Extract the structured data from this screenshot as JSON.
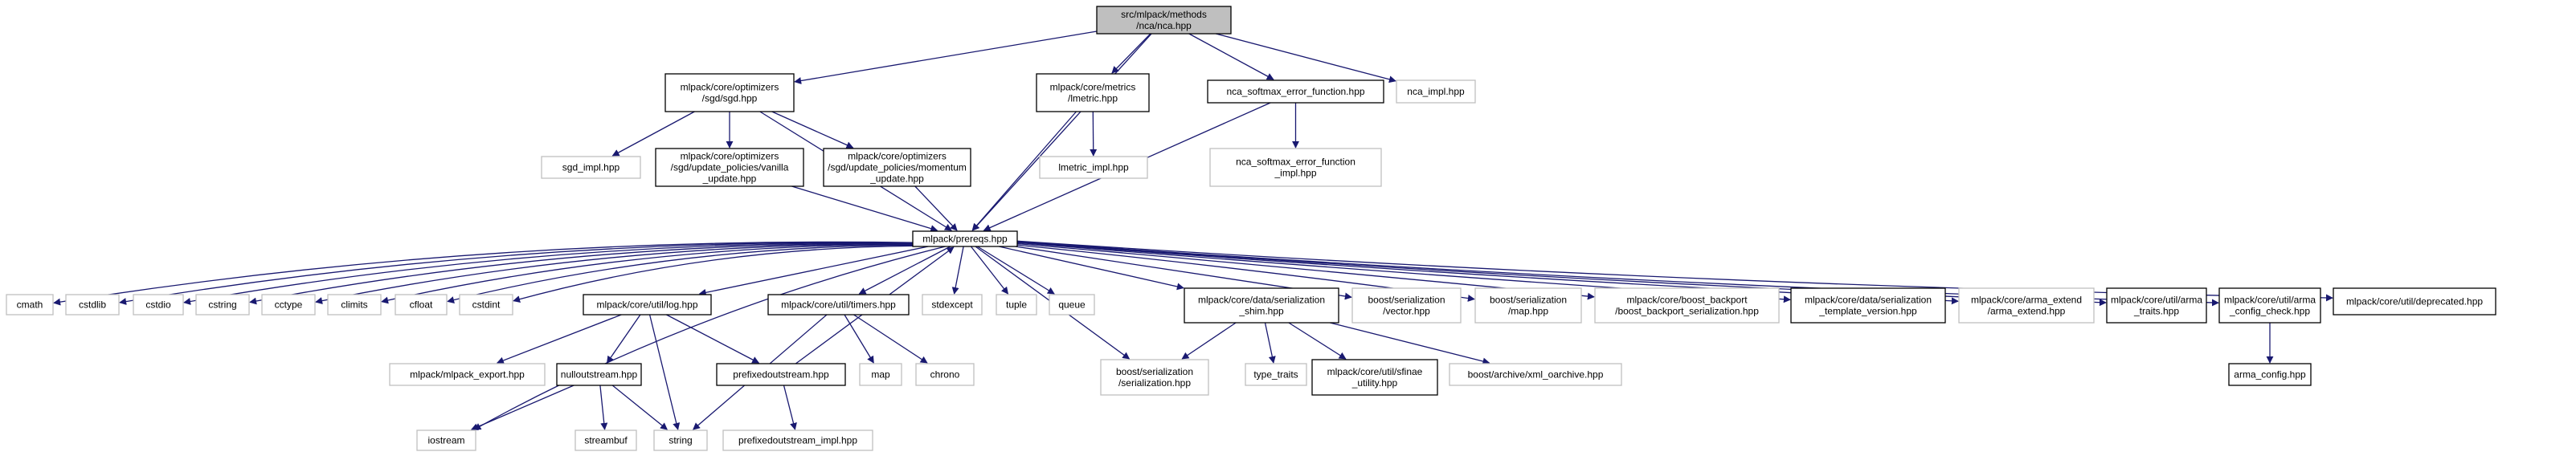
{
  "diagram": {
    "nodes": [
      {
        "id": "nca",
        "lines": [
          "src/mlpack/methods",
          "/nca/nca.hpp"
        ],
        "style": "root"
      },
      {
        "id": "sgd",
        "lines": [
          "mlpack/core/optimizers",
          "/sgd/sgd.hpp"
        ],
        "style": "doc"
      },
      {
        "id": "lmetric",
        "lines": [
          "mlpack/core/metrics",
          "/lmetric.hpp"
        ],
        "style": "doc"
      },
      {
        "id": "softmax",
        "lines": [
          "nca_softmax_error_function.hpp"
        ],
        "style": "doc"
      },
      {
        "id": "ncaimpl",
        "lines": [
          "nca_impl.hpp"
        ],
        "style": "ext"
      },
      {
        "id": "sgdimpl",
        "lines": [
          "sgd_impl.hpp"
        ],
        "style": "ext"
      },
      {
        "id": "vanilla",
        "lines": [
          "mlpack/core/optimizers",
          "/sgd/update_policies/vanilla",
          "_update.hpp"
        ],
        "style": "doc"
      },
      {
        "id": "momentum",
        "lines": [
          "mlpack/core/optimizers",
          "/sgd/update_policies/momentum",
          "_update.hpp"
        ],
        "style": "doc"
      },
      {
        "id": "lmetricimpl",
        "lines": [
          "lmetric_impl.hpp"
        ],
        "style": "ext"
      },
      {
        "id": "softmaximpl",
        "lines": [
          "nca_softmax_error_function",
          "_impl.hpp"
        ],
        "style": "ext"
      },
      {
        "id": "prereqs",
        "lines": [
          "mlpack/prereqs.hpp"
        ],
        "style": "doc"
      },
      {
        "id": "cmath",
        "lines": [
          "cmath"
        ],
        "style": "ext"
      },
      {
        "id": "cstdlib",
        "lines": [
          "cstdlib"
        ],
        "style": "ext"
      },
      {
        "id": "cstdio",
        "lines": [
          "cstdio"
        ],
        "style": "ext"
      },
      {
        "id": "cstring",
        "lines": [
          "cstring"
        ],
        "style": "ext"
      },
      {
        "id": "cctype",
        "lines": [
          "cctype"
        ],
        "style": "ext"
      },
      {
        "id": "climits",
        "lines": [
          "climits"
        ],
        "style": "ext"
      },
      {
        "id": "cfloat",
        "lines": [
          "cfloat"
        ],
        "style": "ext"
      },
      {
        "id": "cstdint",
        "lines": [
          "cstdint"
        ],
        "style": "ext"
      },
      {
        "id": "log",
        "lines": [
          "mlpack/core/util/log.hpp"
        ],
        "style": "doc"
      },
      {
        "id": "timers",
        "lines": [
          "mlpack/core/util/timers.hpp"
        ],
        "style": "doc"
      },
      {
        "id": "stdexcept",
        "lines": [
          "stdexcept"
        ],
        "style": "ext"
      },
      {
        "id": "tuple",
        "lines": [
          "tuple"
        ],
        "style": "ext"
      },
      {
        "id": "queue",
        "lines": [
          "queue"
        ],
        "style": "ext"
      },
      {
        "id": "shim",
        "lines": [
          "mlpack/core/data/serialization",
          "_shim.hpp"
        ],
        "style": "doc"
      },
      {
        "id": "bvector",
        "lines": [
          "boost/serialization",
          "/vector.hpp"
        ],
        "style": "ext"
      },
      {
        "id": "bmap",
        "lines": [
          "boost/serialization",
          "/map.hpp"
        ],
        "style": "ext"
      },
      {
        "id": "backport",
        "lines": [
          "mlpack/core/boost_backport",
          "/boost_backport_serialization.hpp"
        ],
        "style": "ext"
      },
      {
        "id": "templver",
        "lines": [
          "mlpack/core/data/serialization",
          "_template_version.hpp"
        ],
        "style": "doc"
      },
      {
        "id": "armaext",
        "lines": [
          "mlpack/core/arma_extend",
          "/arma_extend.hpp"
        ],
        "style": "ext"
      },
      {
        "id": "armatraits",
        "lines": [
          "mlpack/core/util/arma",
          "_traits.hpp"
        ],
        "style": "doc"
      },
      {
        "id": "armacfgchk",
        "lines": [
          "mlpack/core/util/arma",
          "_config_check.hpp"
        ],
        "style": "doc"
      },
      {
        "id": "deprecated",
        "lines": [
          "mlpack/core/util/deprecated.hpp"
        ],
        "style": "doc"
      },
      {
        "id": "export",
        "lines": [
          "mlpack/mlpack_export.hpp"
        ],
        "style": "ext"
      },
      {
        "id": "nullout",
        "lines": [
          "nulloutstream.hpp"
        ],
        "style": "doc"
      },
      {
        "id": "prefixout",
        "lines": [
          "prefixedoutstream.hpp"
        ],
        "style": "doc"
      },
      {
        "id": "map",
        "lines": [
          "map"
        ],
        "style": "ext"
      },
      {
        "id": "chrono",
        "lines": [
          "chrono"
        ],
        "style": "ext"
      },
      {
        "id": "bser",
        "lines": [
          "boost/serialization",
          "/serialization.hpp"
        ],
        "style": "ext"
      },
      {
        "id": "typetraits",
        "lines": [
          "type_traits"
        ],
        "style": "ext"
      },
      {
        "id": "sfinae",
        "lines": [
          "mlpack/core/util/sfinae",
          "_utility.hpp"
        ],
        "style": "doc"
      },
      {
        "id": "xmlo",
        "lines": [
          "boost/archive/xml_oarchive.hpp"
        ],
        "style": "ext"
      },
      {
        "id": "armacfg",
        "lines": [
          "arma_config.hpp"
        ],
        "style": "doc"
      },
      {
        "id": "iostream",
        "lines": [
          "iostream"
        ],
        "style": "ext"
      },
      {
        "id": "streambuf",
        "lines": [
          "streambuf"
        ],
        "style": "ext"
      },
      {
        "id": "string",
        "lines": [
          "string"
        ],
        "style": "ext"
      },
      {
        "id": "prefiximpl",
        "lines": [
          "prefixedoutstream_impl.hpp"
        ],
        "style": "ext"
      }
    ],
    "edges": [
      [
        "nca",
        "sgd"
      ],
      [
        "nca",
        "lmetric"
      ],
      [
        "nca",
        "softmax"
      ],
      [
        "nca",
        "ncaimpl"
      ],
      [
        "nca",
        "prereqs"
      ],
      [
        "sgd",
        "sgdimpl"
      ],
      [
        "sgd",
        "vanilla"
      ],
      [
        "sgd",
        "momentum"
      ],
      [
        "sgd",
        "prereqs"
      ],
      [
        "vanilla",
        "prereqs"
      ],
      [
        "momentum",
        "prereqs"
      ],
      [
        "lmetric",
        "lmetricimpl"
      ],
      [
        "lmetric",
        "prereqs"
      ],
      [
        "softmax",
        "softmaximpl"
      ],
      [
        "softmax",
        "prereqs"
      ],
      [
        "prereqs",
        "cmath"
      ],
      [
        "prereqs",
        "cstdlib"
      ],
      [
        "prereqs",
        "cstdio"
      ],
      [
        "prereqs",
        "cstring"
      ],
      [
        "prereqs",
        "cctype"
      ],
      [
        "prereqs",
        "climits"
      ],
      [
        "prereqs",
        "cfloat"
      ],
      [
        "prereqs",
        "cstdint"
      ],
      [
        "prereqs",
        "log"
      ],
      [
        "prereqs",
        "timers"
      ],
      [
        "prereqs",
        "stdexcept"
      ],
      [
        "prereqs",
        "tuple"
      ],
      [
        "prereqs",
        "queue"
      ],
      [
        "prereqs",
        "shim"
      ],
      [
        "prereqs",
        "bvector"
      ],
      [
        "prereqs",
        "bmap"
      ],
      [
        "prereqs",
        "backport"
      ],
      [
        "prereqs",
        "templver"
      ],
      [
        "prereqs",
        "armaext"
      ],
      [
        "prereqs",
        "armatraits"
      ],
      [
        "prereqs",
        "armacfgchk"
      ],
      [
        "prereqs",
        "deprecated"
      ],
      [
        "prereqs",
        "iostream"
      ],
      [
        "prereqs",
        "bser"
      ],
      [
        "log",
        "export"
      ],
      [
        "log",
        "nullout"
      ],
      [
        "log",
        "prefixout"
      ],
      [
        "log",
        "string"
      ],
      [
        "nullout",
        "iostream"
      ],
      [
        "nullout",
        "streambuf"
      ],
      [
        "nullout",
        "string"
      ],
      [
        "prefixout",
        "prefiximpl"
      ],
      [
        "prefixout",
        "prereqs"
      ],
      [
        "timers",
        "map"
      ],
      [
        "timers",
        "chrono"
      ],
      [
        "timers",
        "string"
      ],
      [
        "shim",
        "bser"
      ],
      [
        "shim",
        "typetraits"
      ],
      [
        "shim",
        "sfinae"
      ],
      [
        "shim",
        "xmlo"
      ],
      [
        "armacfgchk",
        "armacfg"
      ]
    ]
  },
  "colors": {
    "root_fill": "#bfbfbf",
    "root_stroke": "#000000",
    "doc_fill": "#ffffff",
    "doc_stroke": "#000000",
    "ext_fill": "#ffffff",
    "ext_stroke": "#bfbfbf",
    "edge": "#191970",
    "text": "#000000"
  }
}
